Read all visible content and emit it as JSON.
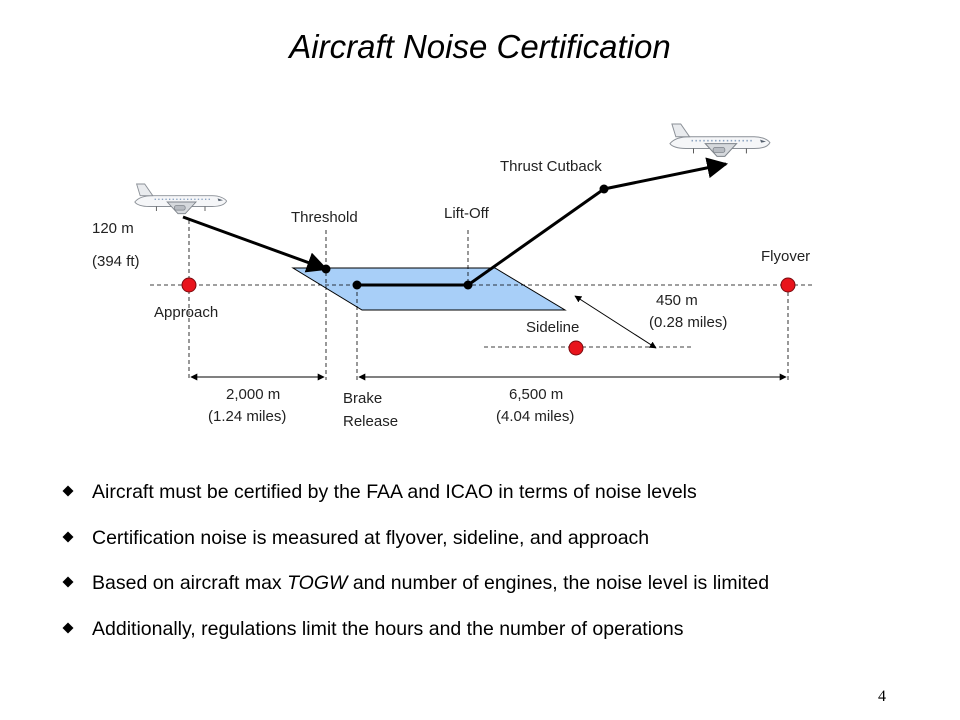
{
  "title": "Aircraft Noise Certification",
  "diagram": {
    "labels": {
      "altitude_m": "120 m",
      "altitude_ft": "(394 ft)",
      "threshold": "Threshold",
      "lift_off": "Lift-Off",
      "thrust_cutback": "Thrust Cutback",
      "flyover": "Flyover",
      "approach": "Approach",
      "sideline": "Sideline",
      "sideline_dist_m": "450 m",
      "sideline_dist_mi": "(0.28 miles)",
      "approach_dist_m": "2,000 m",
      "approach_dist_mi": "(1.24 miles)",
      "brake": "Brake",
      "release": "Release",
      "flyover_dist_m": "6,500 m",
      "flyover_dist_mi": "(4.04 miles)"
    },
    "colors": {
      "runway": "#a8cff8",
      "measurement_point": "#e8141c",
      "path": "#000000"
    }
  },
  "bullets": [
    {
      "text": "Aircraft must be certified by the FAA and ICAO in terms of noise levels"
    },
    {
      "text_before": "Based on aircraft max ",
      "emphasis": "TOGW",
      "text_after": " and number of engines, the noise level is limited"
    },
    {
      "text": "Certification noise is measured at flyover, sideline, and approach"
    },
    {
      "text": "Additionally, regulations limit the hours and the number of operations"
    }
  ],
  "page_number": "4"
}
